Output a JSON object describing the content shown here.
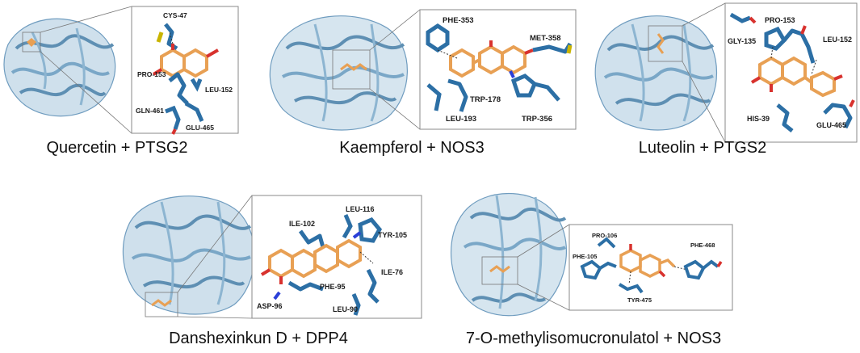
{
  "panels": [
    {
      "caption": "Quercetin + PTSG2",
      "residues": [
        "CYS-47",
        "PRO-153",
        "LEU-152",
        "GLN-461",
        "GLU-465"
      ]
    },
    {
      "caption": "Kaempferol + NOS3",
      "residues": [
        "PHE-353",
        "MET-358",
        "TRP-178",
        "LEU-193",
        "TRP-356"
      ]
    },
    {
      "caption": "Luteolin + PTGS2",
      "residues": [
        "GLY-135",
        "PRO-153",
        "LEU-152",
        "HIS-39",
        "GLU-465"
      ]
    },
    {
      "caption": "Danshexinkun D + DPP4",
      "residues": [
        "LEU-116",
        "ILE-102",
        "TYR-105",
        "ILE-76",
        "PHE-95",
        "ASP-96",
        "LEU-90"
      ]
    },
    {
      "caption": "7-O-methylisomucronulatol + NOS3",
      "residues": [
        "PRO-106",
        "PHE-468",
        "PHE-105",
        "TYR-475"
      ]
    }
  ],
  "colors": {
    "protein": "#8db5d1",
    "protein_dark": "#5e8fb3",
    "residue": "#2c6fa5",
    "ligand": "#e8a054",
    "oxygen": "#d8322e",
    "nitrogen": "#2a3fd8",
    "sulfur": "#c9b400",
    "box": "#8a8a8a"
  }
}
